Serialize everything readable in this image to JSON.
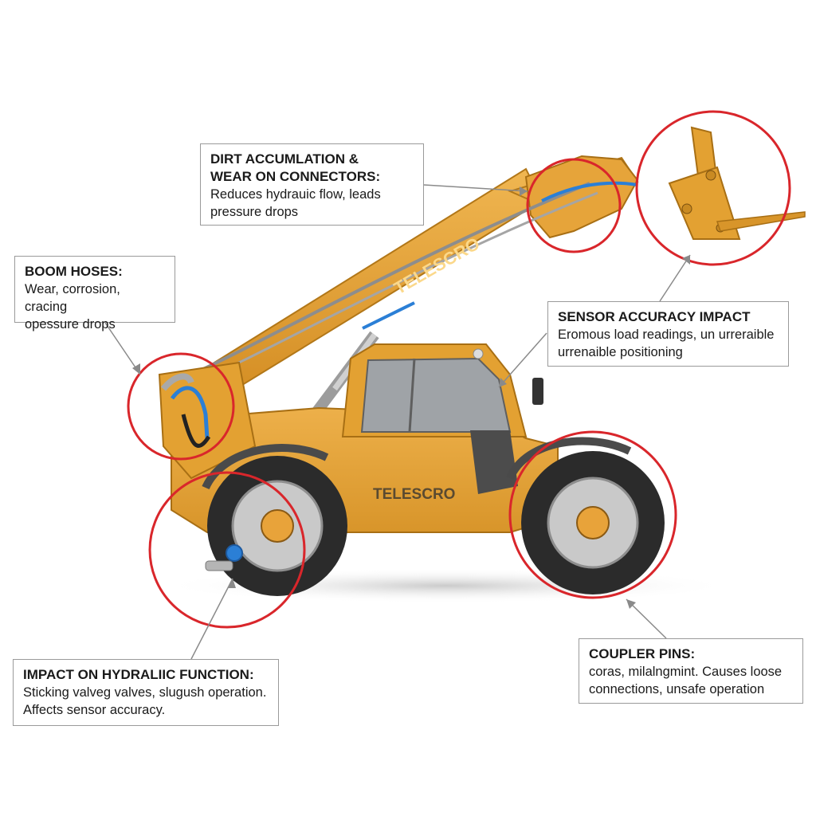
{
  "colors": {
    "body": "#E3A132",
    "body_dark": "#C98A22",
    "tire": "#2b2b2b",
    "rim": "#c9c9c9",
    "hub": "#E8A33A",
    "hose_blue": "#2b7fd6",
    "hose_steel": "#8d8d8d",
    "highlight_circle": "#d9262b",
    "leader_line": "#8a8a8a"
  },
  "machine": {
    "boom_label": "TELESCRO",
    "body_label": "TELESCRO"
  },
  "callouts": {
    "dirt": {
      "title_line1": "DIRT ACCUMLATION &",
      "title_line2": "WEAR ON CONNECTORS:",
      "desc_line1": "Reduces hydrauic flow, leads",
      "desc_line2": "pressure drops"
    },
    "boom": {
      "title": "BOOM HOSES:",
      "desc_line1": "Wear, corrosion, cracing",
      "desc_line2": "opessure drops"
    },
    "sensor": {
      "title": "SENSOR ACCURACY IMPACT",
      "desc_line1": "Eromous load readings, un urreraible",
      "desc_line2": "urrenaible positioning"
    },
    "hydraulic": {
      "title": "IMPACT ON HYDRALIIC FUNCTION:",
      "desc_line1": "Sticking valveg valves, slugush operation.",
      "desc_line2": "Affects sensor accuracy."
    },
    "coupler": {
      "title": "COUPLER PINS:",
      "desc_line1": "coras, milalngmint. Causes loose",
      "desc_line2": "connections, unsafe operation"
    }
  }
}
